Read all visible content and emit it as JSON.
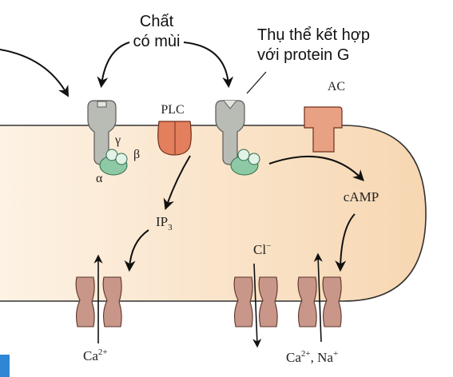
{
  "labels": {
    "odorant_line1": "Chất",
    "odorant_line2": "có mùi",
    "receptor_line1": "Thụ thể kết hợp",
    "receptor_line2": "với protein G",
    "plc": "PLC",
    "ac": "AC",
    "gamma": "γ",
    "beta": "β",
    "alpha": "α",
    "ip3_base": "IP",
    "ip3_sub": "3",
    "camp": "cAMP",
    "cl_base": "Cl",
    "cl_sup": "−",
    "ca_left_base": "Ca",
    "ca_left_sup": "2+",
    "ca_right_base": "Ca",
    "ca_right_sup": "2+",
    "ca_right_sep": ", Na",
    "ca_right_na_sup": "+"
  },
  "colors": {
    "cytoplasm": "#f9dfbf",
    "receptor": "#b8bcb4",
    "g_protein": "#8cc9a4",
    "plc": "#e37f5c",
    "ac": "#e8a183",
    "channel": "#c9968a",
    "corner_badge": "#2f86d4"
  }
}
